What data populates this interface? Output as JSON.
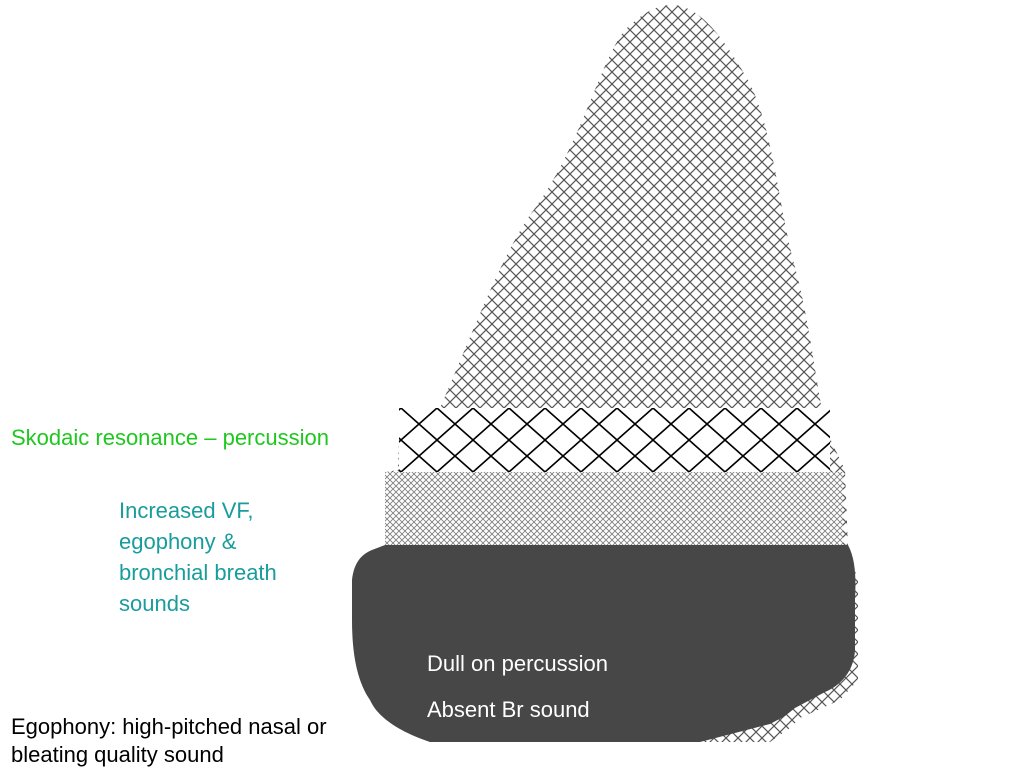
{
  "labels": {
    "skodaic": "Skodaic resonance – percussion",
    "increased": [
      "Increased VF,",
      "egophony &",
      "bronchial breath",
      "sounds"
    ],
    "dull": "Dull on percussion",
    "absent": "Absent Br sound",
    "egophony": [
      "Egophony: high-pitched nasal or",
      "bleating quality sound"
    ]
  },
  "colors": {
    "skodaic_text": "#1ec81e",
    "increased_text": "#1a9c9c",
    "effusion_fill": "#474747",
    "lung_hatch": "#555555",
    "skodaic_band_hatch": "#000000",
    "compressed_band_hatch": "#777777"
  },
  "regions": [
    {
      "name": "lung",
      "pattern": "fine-crosshatch"
    },
    {
      "name": "skodaic-band",
      "pattern": "large-crosshatch"
    },
    {
      "name": "compressed-band",
      "pattern": "dense-crosshatch"
    },
    {
      "name": "effusion",
      "pattern": "solid"
    }
  ]
}
